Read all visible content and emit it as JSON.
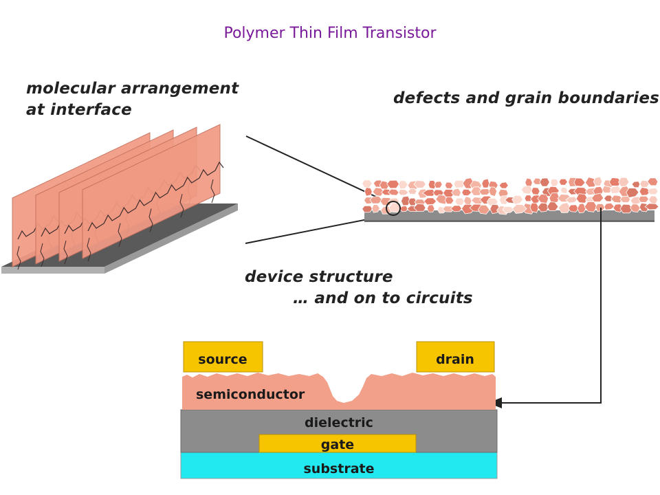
{
  "title": "Polymer Thin Film Transistor",
  "labels": {
    "molecular_line1": "molecular arrangement",
    "molecular_line2": "at interface",
    "defects": "defects and grain boundaries",
    "device_line1": "device structure",
    "device_line2": "… and on to circuits"
  },
  "layers": {
    "source": "source",
    "drain": "drain",
    "semiconductor": "semiconductor",
    "dielectric": "dielectric",
    "gate": "gate",
    "substrate": "substrate"
  },
  "colors": {
    "title": "#7a1a9a",
    "electrode": "#f7c400",
    "semiconductor": "#f3a08a",
    "dielectric": "#8c8c8c",
    "substrate": "#22e8f0",
    "sheet": "#f09a84"
  }
}
